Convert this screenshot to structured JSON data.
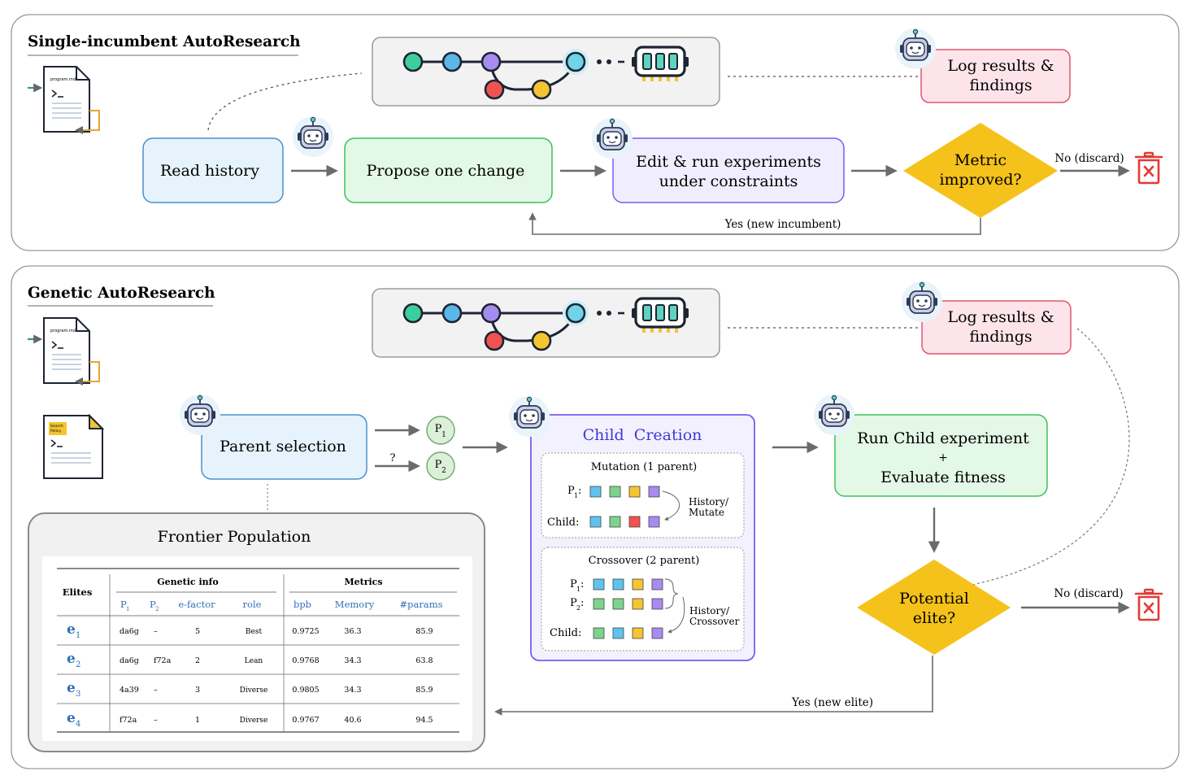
{
  "single": {
    "title": "Single-incumbent AutoResearch",
    "doc_label": "program.md",
    "read_history": "Read history",
    "propose": "Propose one change",
    "edit_line1": "Edit & run experiments",
    "edit_line2": "under constraints",
    "log_line1": "Log results &",
    "log_line2": "findings",
    "metric_line1": "Metric",
    "metric_line2": "improved?",
    "no_label": "No (discard)",
    "yes_label": "Yes (new incumbent)"
  },
  "genetic": {
    "title": "Genetic AutoResearch",
    "doc_label": "program.md",
    "policy_line1": "Search",
    "policy_line2": "Policy",
    "log_line1": "Log results &",
    "log_line2": "findings",
    "parent_selection": "Parent selection",
    "question": "?",
    "p_letter": "P",
    "p1_sub": "1",
    "p2_sub": "2",
    "child_creation": "Child  Creation",
    "mutation_title": "Mutation (1 parent)",
    "crossover_title": "Crossover (2 parent)",
    "p_label": "P",
    "colon": ":",
    "child_label": "Child:",
    "history_mutate_1": "History/",
    "history_mutate_2": "Mutate",
    "history_cross_1": "History/",
    "history_cross_2": "Crossover",
    "run_line1": "Run Child experiment",
    "run_plus": "+",
    "run_line2": "Evaluate fitness",
    "elite_line1": "Potential",
    "elite_line2": "elite?",
    "no_label": "No (discard)",
    "yes_label": "Yes (new elite)",
    "frontier_title": "Frontier Population",
    "table": {
      "elites_header": "Elites",
      "genetic_header": "Genetic info",
      "metrics_header": "Metrics",
      "columns": [
        "P",
        "P",
        "e-factor",
        "role",
        "bpb",
        "Memory",
        "#params"
      ],
      "col_subs": [
        "1",
        "2",
        "",
        "",
        "",
        "",
        ""
      ],
      "rows": [
        {
          "e": "e",
          "sub": "1",
          "p1": "da6g",
          "p2": "–",
          "ef": "5",
          "role": "Best",
          "bpb": "0.9725",
          "mem": "36.3",
          "params": "85.9"
        },
        {
          "e": "e",
          "sub": "2",
          "p1": "da6g",
          "p2": "f72a",
          "ef": "2",
          "role": "Lean",
          "bpb": "0.9768",
          "mem": "34.3",
          "params": "63.8"
        },
        {
          "e": "e",
          "sub": "3",
          "p1": "4a39",
          "p2": "–",
          "ef": "3",
          "role": "Diverse",
          "bpb": "0.9805",
          "mem": "34.3",
          "params": "85.9"
        },
        {
          "e": "e",
          "sub": "4",
          "p1": "f72a",
          "p2": "–",
          "ef": "1",
          "role": "Diverse",
          "bpb": "0.9767",
          "mem": "40.6",
          "params": "94.5"
        }
      ]
    }
  },
  "colors": {
    "blue_fill": "#e6f3fc",
    "blue_stroke": "#4a90c8",
    "green_fill": "#e3f8e6",
    "green_stroke": "#3fbf5a",
    "purple_fill": "#f0eefe",
    "purple_stroke": "#7b5cf0",
    "pink_fill": "#fde4ea",
    "pink_stroke": "#e0566f",
    "diamond": "#f5c21b",
    "trash": "#e53935",
    "sq_blue": "#5fc3ee",
    "sq_green": "#7ed38c",
    "sq_yellow": "#f4c431",
    "sq_purple": "#a78bf0",
    "sq_red": "#ef5350"
  }
}
